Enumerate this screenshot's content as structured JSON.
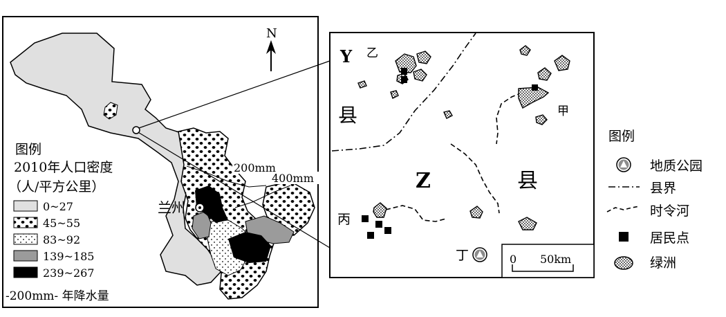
{
  "left_map": {
    "north_label": "N",
    "city_label": "兰州",
    "isohyet_200": "200mm",
    "isohyet_400": "400mm",
    "legend": {
      "title": "图例",
      "subtitle_line1": "2010年人口密度",
      "subtitle_line2": "（人/平方公里）",
      "classes": [
        {
          "label": "0~27",
          "color": "#e0e0e0"
        },
        {
          "label": "45~55",
          "color": "#ffffff"
        },
        {
          "label": "83~92",
          "color": "#ffffff"
        },
        {
          "label": "139~185",
          "color": "#9b9b9b"
        },
        {
          "label": "239~267",
          "color": "#000000"
        }
      ],
      "rainfall_label": "-200mm- 年降水量"
    }
  },
  "right_map": {
    "y_county": [
      "Y",
      "县"
    ],
    "z_county": [
      "Z",
      "县"
    ],
    "places": {
      "jia": "甲",
      "yi": "乙",
      "bing": "丙",
      "ding": "丁"
    },
    "scale_zero": "0",
    "scale_value": "50km"
  },
  "right_legend": {
    "title": "图例",
    "items": [
      {
        "label": "地质公园",
        "icon": "geopark-icon"
      },
      {
        "label": "县界",
        "icon": "county-boundary-line"
      },
      {
        "label": "时令河",
        "icon": "seasonal-river-line"
      },
      {
        "label": "居民点",
        "icon": "settlement-icon"
      },
      {
        "label": "绿洲",
        "icon": "oasis-icon"
      }
    ]
  }
}
